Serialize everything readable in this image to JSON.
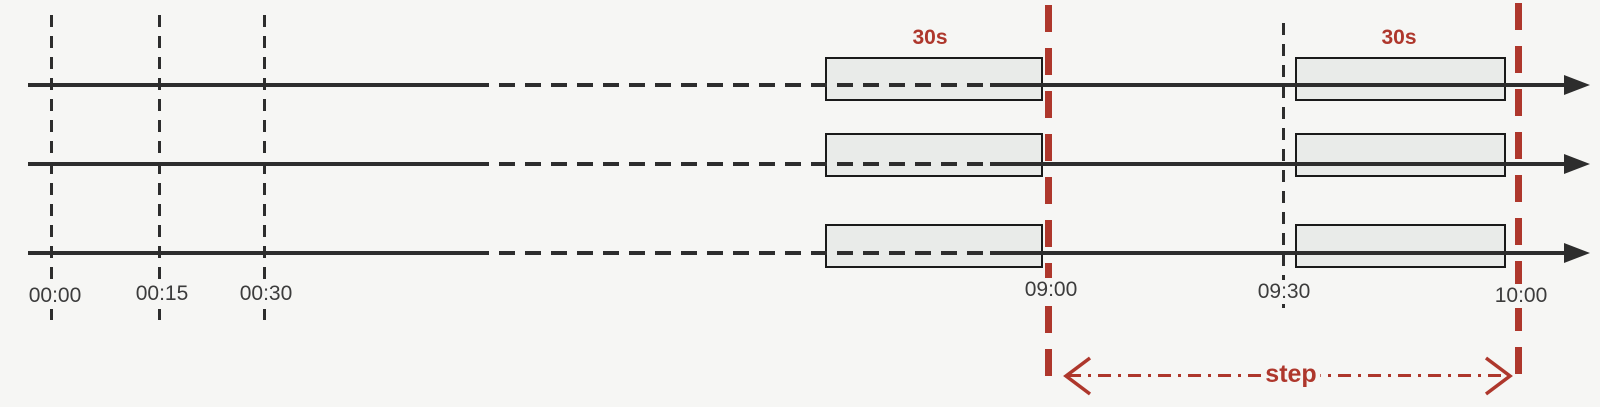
{
  "colors": {
    "background": "#f6f6f4",
    "ink": "#2d2d2d",
    "accent_red": "#ae372c",
    "box_fill": "#e9ebe9",
    "box_border": "#1a1a1a",
    "label_text": "#3c3c3c"
  },
  "ticks": {
    "t1": {
      "label": "00:00"
    },
    "t2": {
      "label": "00:15"
    },
    "t3": {
      "label": "00:30"
    },
    "t4": {
      "label": "09:00"
    },
    "t5": {
      "label": "09:30"
    },
    "t6": {
      "label": "10:00"
    }
  },
  "windows": {
    "group1_duration": "30s",
    "group2_duration": "30s"
  },
  "step": {
    "label": "step"
  }
}
